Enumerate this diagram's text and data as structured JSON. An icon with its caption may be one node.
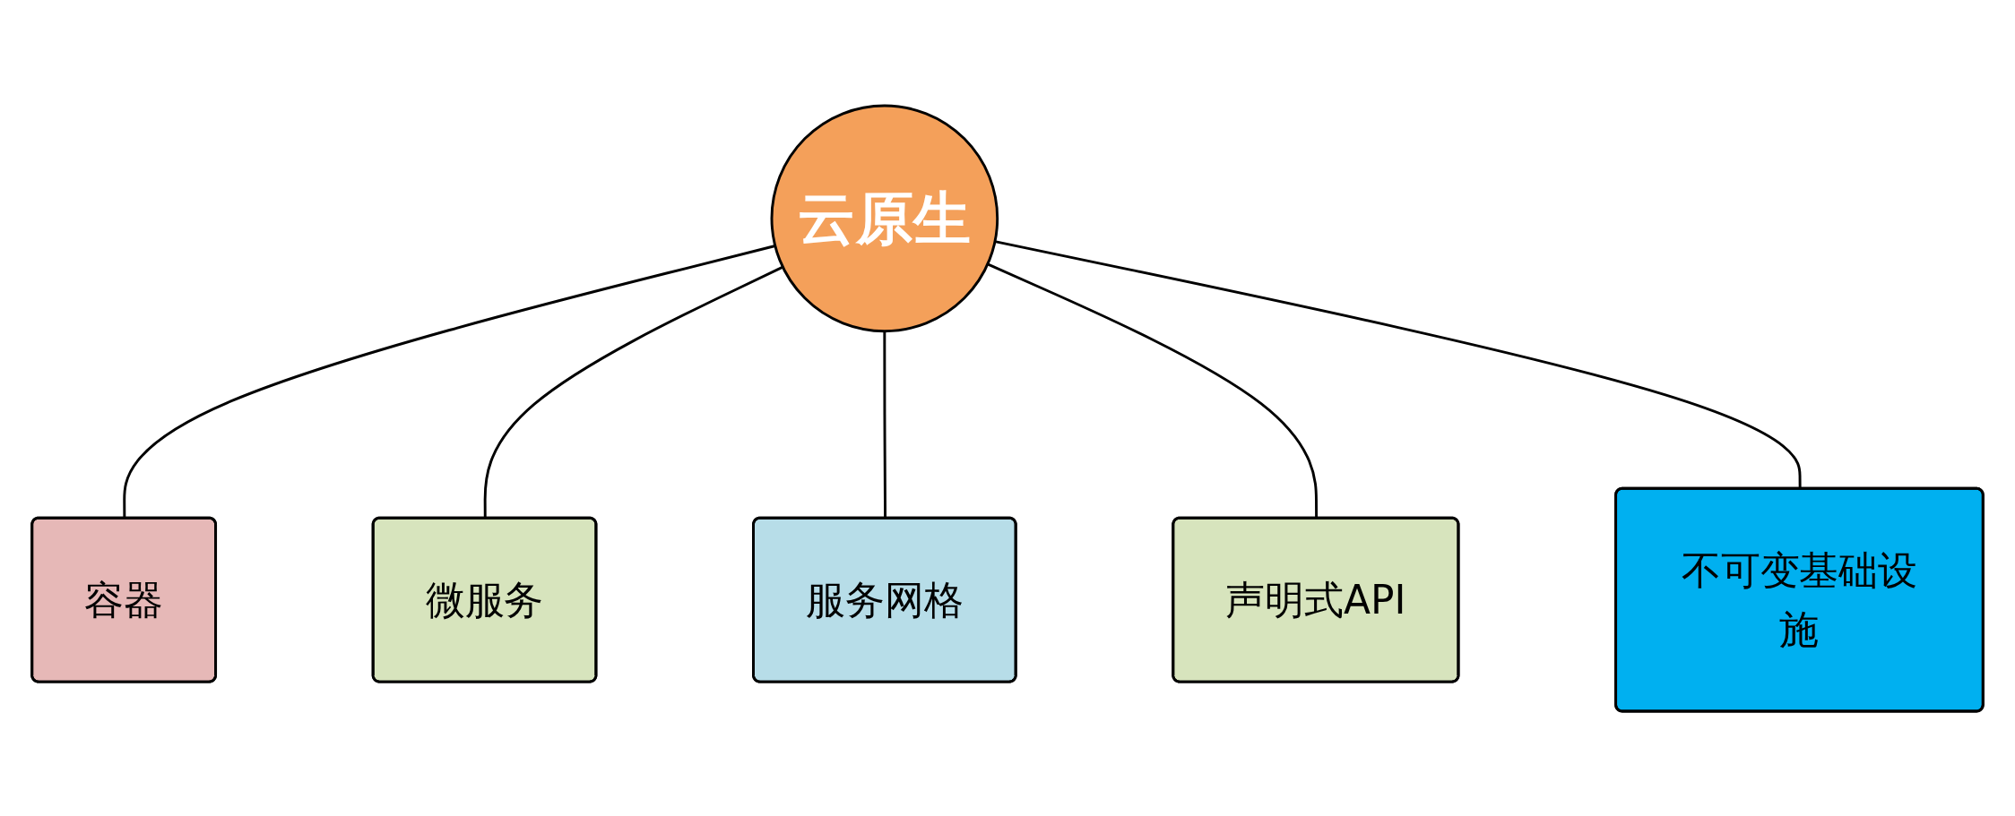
{
  "diagram": {
    "nodes": [
      {
        "text": [
          "云原生"
        ]
      },
      {
        "text": [
          "容器"
        ]
      },
      {
        "text": [
          "微服务"
        ]
      },
      {
        "text": [
          "服务网格"
        ]
      },
      {
        "text": [
          "声明式API"
        ]
      },
      {
        "text": [
          "不可变基础设施"
        ]
      }
    ],
    "edges": [
      {
        "from": 0,
        "to": 1,
        "arrow": "none"
      },
      {
        "from": 0,
        "to": 2,
        "arrow": "none"
      },
      {
        "from": 0,
        "to": 3,
        "arrow": "none"
      },
      {
        "from": 0,
        "to": 4,
        "arrow": "none"
      },
      {
        "from": 0,
        "to": 5,
        "arrow": "none"
      }
    ]
  }
}
